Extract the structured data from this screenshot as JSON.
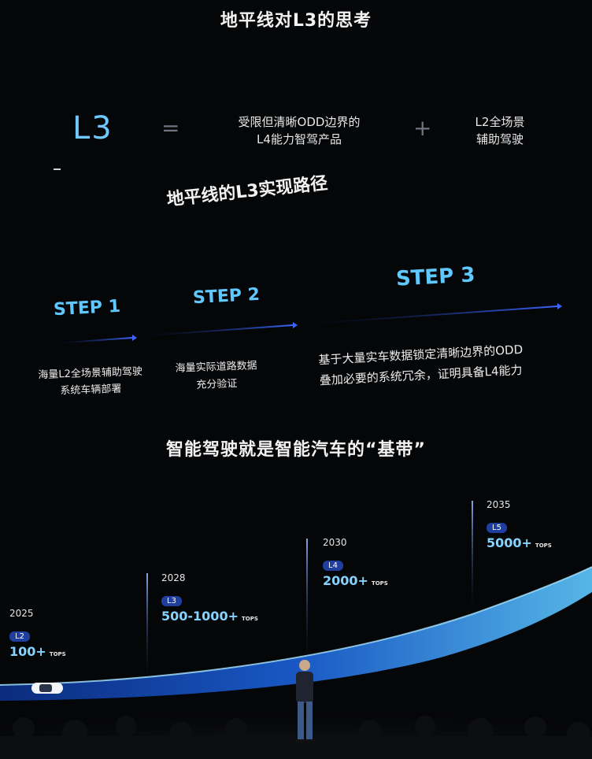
{
  "title": "地平线对L3的思考",
  "equation": {
    "lhs": "L3",
    "eq": "=",
    "term1_line1": "受限但清晰ODD边界的",
    "term1_line2": "L4能力智驾产品",
    "plus": "+",
    "term2_line1": "L2全场景",
    "term2_line2": "辅助驾驶"
  },
  "path_title": "地平线的L3实现路径",
  "steps": [
    {
      "label": "STEP 1",
      "line1": "海量L2全场景辅助驾驶",
      "line2": "系统车辆部署"
    },
    {
      "label": "STEP 2",
      "line1": "海量实际道路数据",
      "line2": "充分验证"
    },
    {
      "label": "STEP 3",
      "line1": "基于大量实车数据锁定清晰边界的ODD",
      "line2": "叠加必要的系统冗余，证明具备L4能力"
    }
  ],
  "subtitle": "智能驾驶就是智能汽车的“基带”",
  "timeline": [
    {
      "year": "2025",
      "level": "L2",
      "compute": "100+",
      "unit": "TOPS"
    },
    {
      "year": "2028",
      "level": "L3",
      "compute": "500-1000+",
      "unit": "TOPS"
    },
    {
      "year": "2030",
      "level": "L4",
      "compute": "2000+",
      "unit": "TOPS"
    },
    {
      "year": "2035",
      "level": "L5",
      "compute": "5000+",
      "unit": "TOPS"
    }
  ],
  "colors": {
    "accent": "#5ec8ff",
    "badge": "#1f3e9e",
    "curve": "#1f7fe0",
    "background": "#050608"
  },
  "icons": {
    "car": "car-icon",
    "presenter": "presenter-figure"
  }
}
